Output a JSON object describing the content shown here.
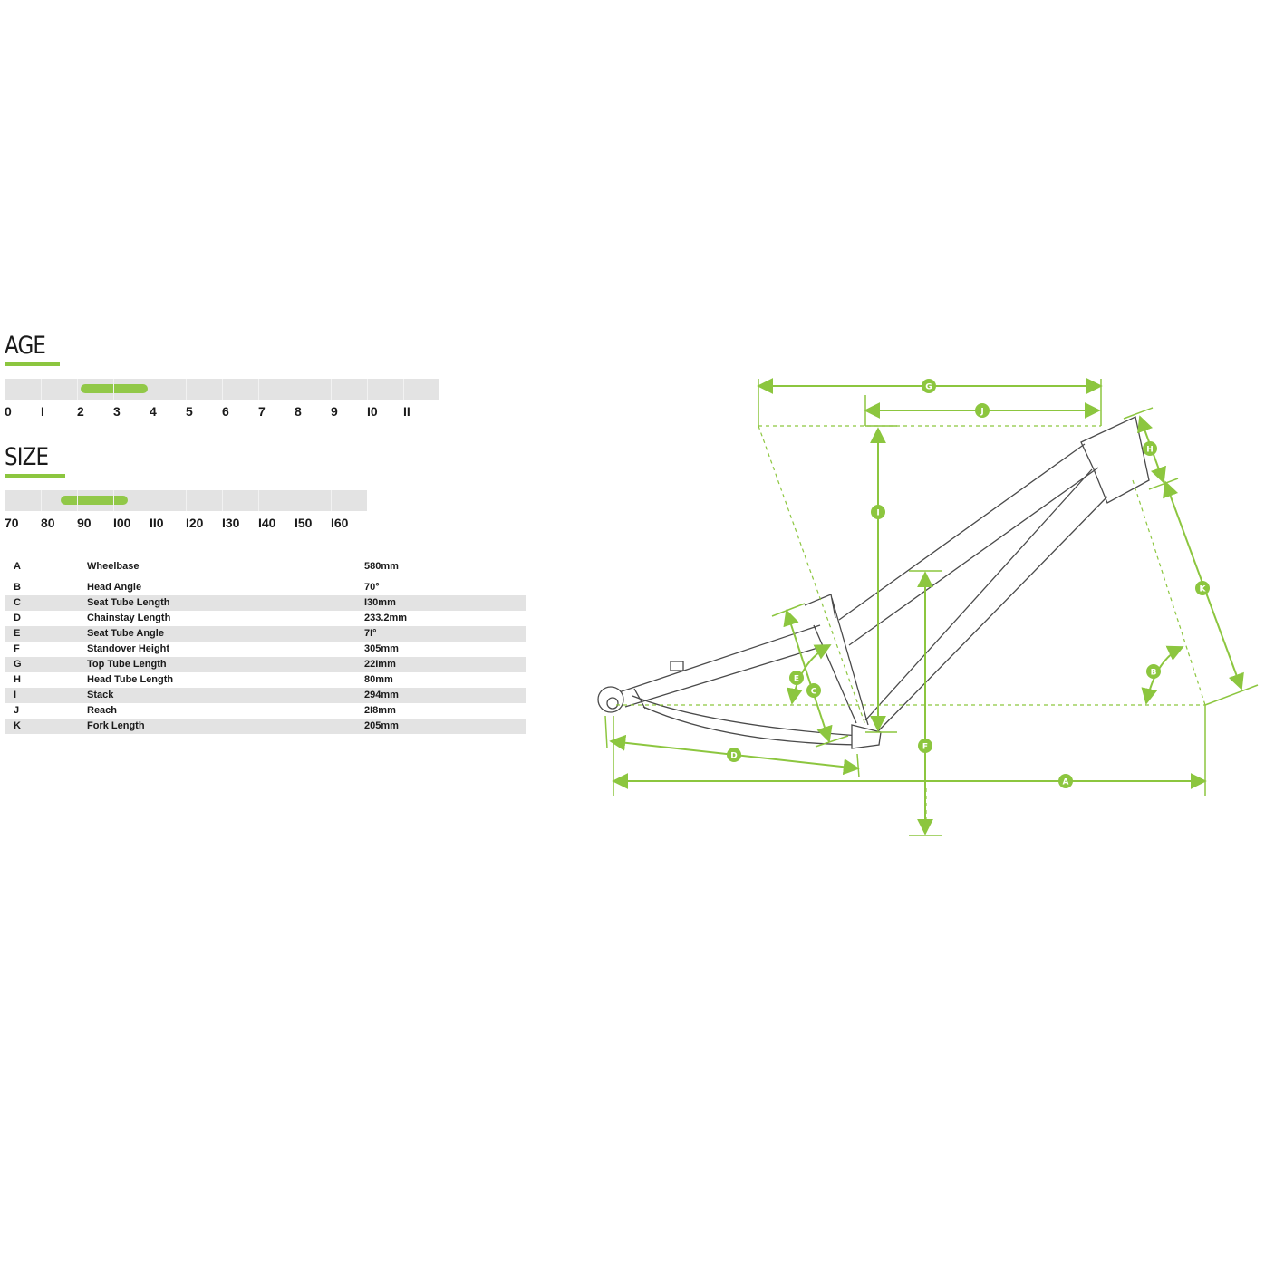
{
  "age": {
    "title": "AGE",
    "ticks": [
      "0",
      "I",
      "2",
      "3",
      "4",
      "5",
      "6",
      "7",
      "8",
      "9",
      "I0",
      "II"
    ]
  },
  "size": {
    "title": "SIZE",
    "ticks": [
      "70",
      "80",
      "90",
      "I00",
      "II0",
      "I20",
      "I30",
      "I40",
      "I50",
      "I60"
    ]
  },
  "accent_color": "#8cc63f",
  "specs": [
    {
      "letter": "A",
      "name": "Wheelbase",
      "value": "580mm"
    },
    {
      "letter": "B",
      "name": "Head Angle",
      "value": "70°"
    },
    {
      "letter": "C",
      "name": "Seat Tube Length",
      "value": "I30mm"
    },
    {
      "letter": "D",
      "name": "Chainstay Length",
      "value": "233.2mm"
    },
    {
      "letter": "E",
      "name": "Seat Tube Angle",
      "value": "7I°"
    },
    {
      "letter": "F",
      "name": "Standover Height",
      "value": "305mm"
    },
    {
      "letter": "G",
      "name": "Top Tube Length",
      "value": "22Imm"
    },
    {
      "letter": "H",
      "name": "Head Tube Length",
      "value": "80mm"
    },
    {
      "letter": "I",
      "name": "Stack",
      "value": "294mm"
    },
    {
      "letter": "J",
      "name": "Reach",
      "value": "2I8mm"
    },
    {
      "letter": "K",
      "name": "Fork Length",
      "value": "205mm"
    }
  ],
  "diagram_labels": [
    "A",
    "B",
    "C",
    "D",
    "E",
    "F",
    "G",
    "H",
    "I",
    "J",
    "K"
  ]
}
